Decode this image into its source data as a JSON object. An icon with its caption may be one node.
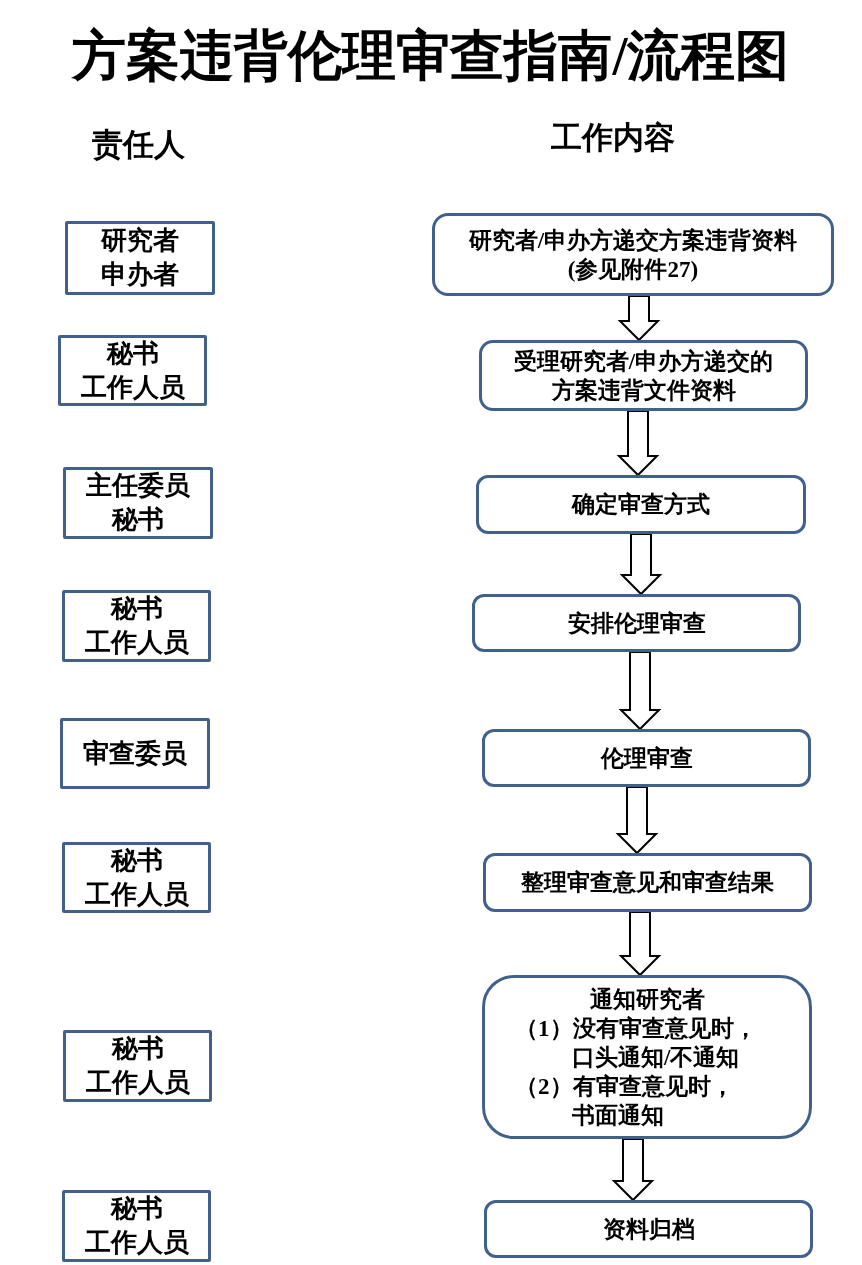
{
  "diagram": {
    "title": "方案违背伦理审查指南/流程图",
    "nodes": [
      {
        "text": [
          "研究者",
          "申办者"
        ]
      },
      {
        "text": [
          "研究者/申办方递交方案违背资料",
          "(参见附件27)"
        ]
      },
      {
        "text": [
          "秘书",
          "工作人员"
        ]
      },
      {
        "text": [
          "受理研究者/申办方递交的方案违背文件资料"
        ]
      },
      {
        "text": [
          "主任委员",
          "秘书"
        ]
      },
      {
        "text": [
          "确定审查方式"
        ]
      },
      {
        "text": [
          "秘书",
          "工作人员"
        ]
      },
      {
        "text": [
          "安排伦理审查"
        ]
      },
      {
        "text": [
          "审查委员"
        ]
      },
      {
        "text": [
          "伦理审查"
        ]
      },
      {
        "text": [
          "秘书",
          "工作人员"
        ]
      },
      {
        "text": [
          "整理审查意见和审查结果"
        ]
      },
      {
        "text": [
          "秘书",
          "工作人员"
        ]
      },
      {
        "text": [
          "通知研究者",
          "（1）没有审查意见时，口头通知/不通知",
          "（2）有审查意见时，书面通知"
        ]
      },
      {
        "text": [
          "秘书",
          "工作人员"
        ]
      },
      {
        "text": [
          "资料归档"
        ]
      }
    ],
    "edges": [
      {
        "from": 1,
        "to": 3,
        "arrow": "to"
      },
      {
        "from": 3,
        "to": 5,
        "arrow": "to"
      },
      {
        "from": 5,
        "to": 7,
        "arrow": "to"
      },
      {
        "from": 7,
        "to": 9,
        "arrow": "to"
      },
      {
        "from": 9,
        "to": 11,
        "arrow": "to"
      },
      {
        "from": 11,
        "to": 13,
        "arrow": "to"
      },
      {
        "from": 13,
        "to": 15,
        "arrow": "to"
      }
    ],
    "labels": [
      "责任人",
      "工作内容"
    ]
  }
}
